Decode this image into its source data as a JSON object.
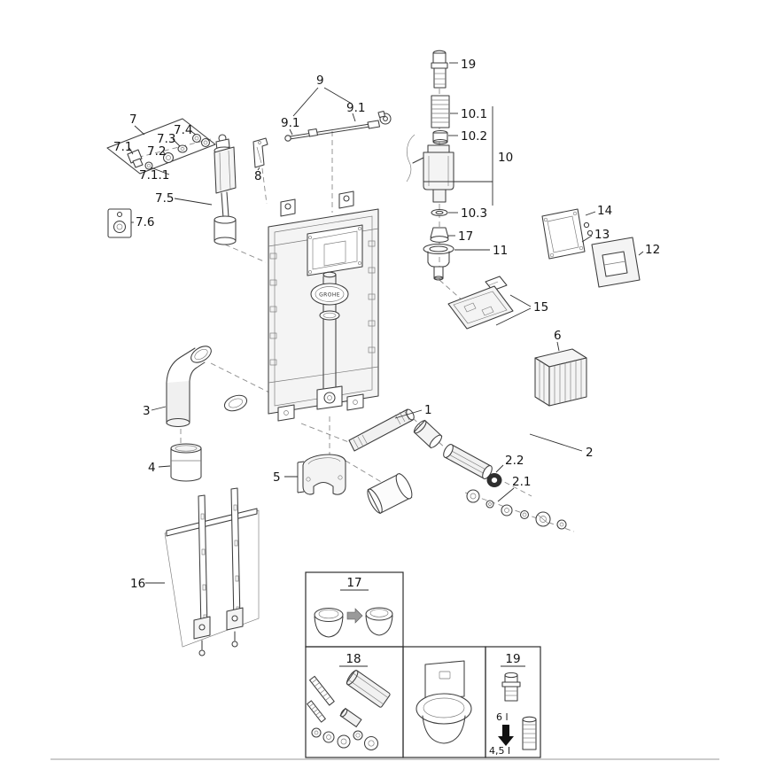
{
  "brand": "GROHE",
  "labels": {
    "n1": "1",
    "n2": "2",
    "n2_1": "2.1",
    "n2_2": "2.2",
    "n3": "3",
    "n4": "4",
    "n5": "5",
    "n6": "6",
    "n7": "7",
    "n7_1": "7.1",
    "n7_1_1": "7.1.1",
    "n7_2": "7.2",
    "n7_3": "7.3",
    "n7_4": "7.4",
    "n7_5": "7.5",
    "n7_6": "7.6",
    "n8": "8",
    "n9": "9",
    "n9_1": "9.1",
    "n10": "10",
    "n10_1": "10.1",
    "n10_2": "10.2",
    "n10_3": "10.3",
    "n11": "11",
    "n12": "12",
    "n13": "13",
    "n14": "14",
    "n15": "15",
    "n16": "16",
    "n17": "17",
    "n19": "19"
  },
  "insets": {
    "bowl_label": "17",
    "fixing_label": "18",
    "button_label": "19",
    "capacity_full": "6 l",
    "capacity_reduced": "4,5 l"
  }
}
